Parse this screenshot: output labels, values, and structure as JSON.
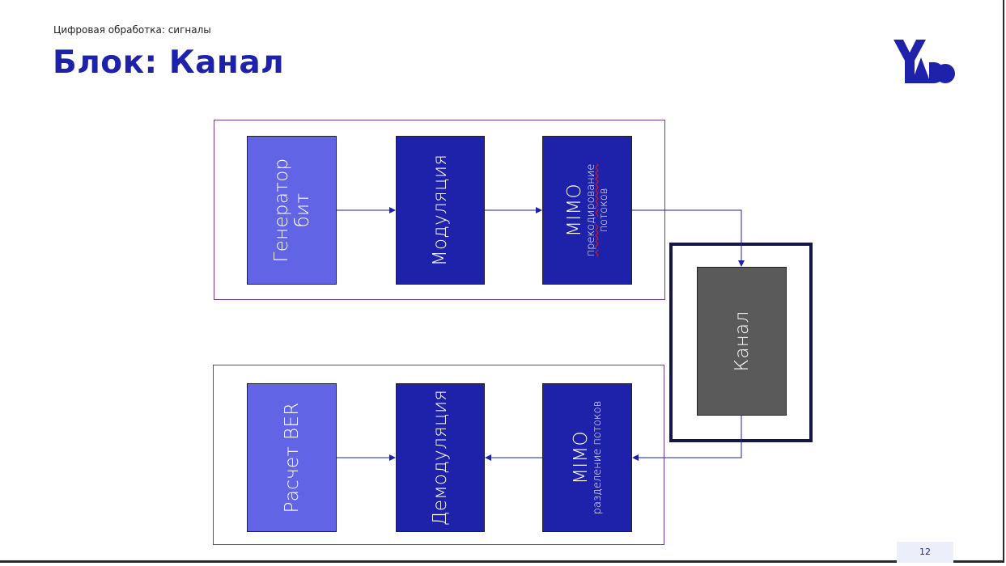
{
  "slide": {
    "subtitle": "Цифровая обработка: сигналы",
    "title": "Блок: Канал",
    "page_number": "12"
  },
  "colors": {
    "accent": "#1e22aa",
    "block_light": "#6264e6",
    "block_dark": "#1e22aa",
    "block_gray": "#5a5a5a",
    "frame_dark": "#14164a",
    "group_border": "#7a3a8a"
  },
  "logo": {
    "icon": "yadro-logo-icon"
  },
  "blocks": {
    "bit_generator": {
      "line1": "Генератор",
      "line2": "бит"
    },
    "modulation": {
      "line1": "Модуляция"
    },
    "mimo_precoding": {
      "line1": "MIMO",
      "line2": "прекодирование",
      "line3": "потоков"
    },
    "channel": {
      "line1": "Канал"
    },
    "mimo_separation": {
      "line1": "MIMO",
      "line2": "разделение потоков"
    },
    "demodulation": {
      "line1": "Демодуляция"
    },
    "ber": {
      "line1": "Расчет BER"
    }
  }
}
